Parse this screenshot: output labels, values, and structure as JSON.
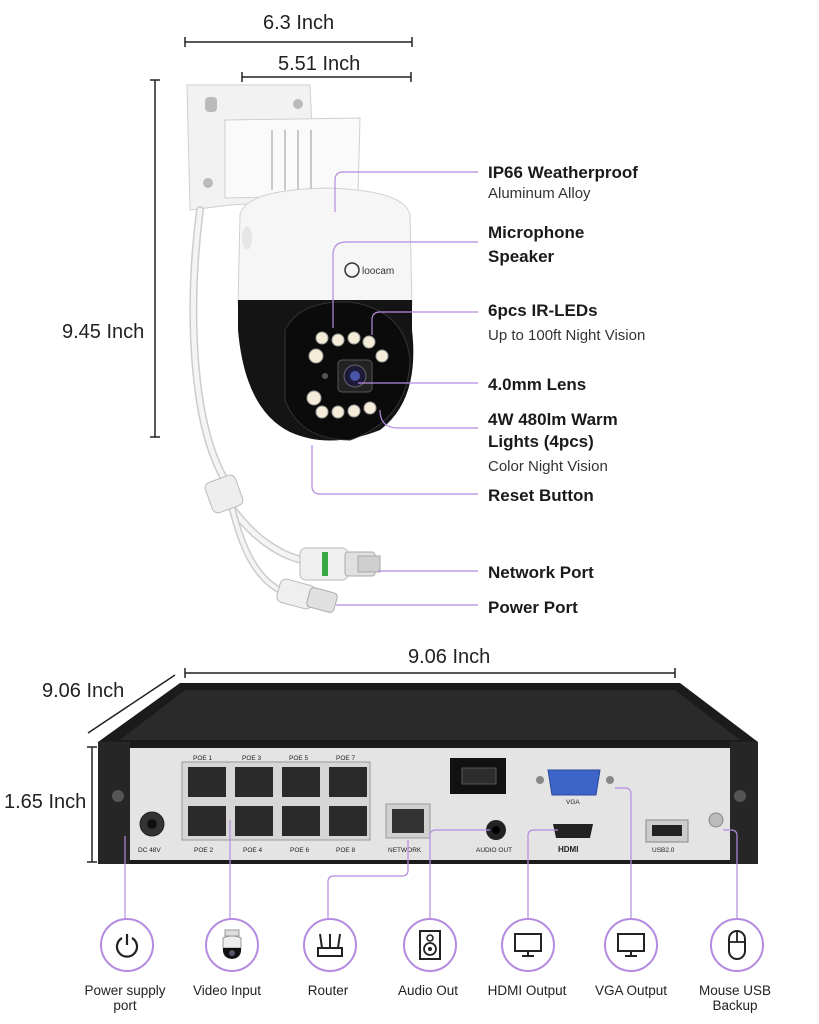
{
  "camera": {
    "brand": "loocam",
    "dimensions": {
      "width_outer": "6.3 Inch",
      "width_inner": "5.51 Inch",
      "height": "9.45 Inch"
    },
    "features": [
      {
        "title": "IP66 Weatherproof",
        "subtitle": "Aluminum Alloy"
      },
      {
        "title": "Microphone",
        "subtitle": ""
      },
      {
        "title": "Speaker",
        "subtitle": ""
      },
      {
        "title": "6pcs IR-LEDs",
        "subtitle": "Up to 100ft Night Vision"
      },
      {
        "title": "4.0mm Lens",
        "subtitle": ""
      },
      {
        "title": "4W 480lm Warm",
        "subtitle": ""
      },
      {
        "title": "Lights (4pcs)",
        "subtitle": "Color Night Vision"
      },
      {
        "title": "Reset Button",
        "subtitle": ""
      },
      {
        "title": "Network Port",
        "subtitle": ""
      },
      {
        "title": "Power Port",
        "subtitle": ""
      }
    ]
  },
  "nvr": {
    "dimensions": {
      "width": "9.06 Inch",
      "depth": "9.06 Inch",
      "height": "1.65 Inch"
    },
    "panel_labels": {
      "poe_top": [
        "POE 1",
        "POE 3",
        "POE 5",
        "POE 7"
      ],
      "poe_bottom": [
        "POE 2",
        "POE 4",
        "POE 6",
        "POE 8"
      ],
      "dc": "DC 48V",
      "network": "NETWORK",
      "audio_out": "AUDIO OUT",
      "hdmi": "HDMI",
      "vga": "VGA",
      "usb": "USB2.0"
    },
    "ports": [
      {
        "label": "Power supply port",
        "icon": "power-icon"
      },
      {
        "label": "Video Input",
        "icon": "camera-icon"
      },
      {
        "label": "Router",
        "icon": "router-icon"
      },
      {
        "label": "Audio Out",
        "icon": "speaker-icon"
      },
      {
        "label": "HDMI Output",
        "icon": "monitor-icon"
      },
      {
        "label": "VGA Output",
        "icon": "monitor-icon"
      },
      {
        "label": "Mouse USB Backup",
        "icon": "mouse-icon"
      }
    ]
  },
  "colors": {
    "accent_line": "#b58be0",
    "nvr_body": "#1b1b1b",
    "nvr_panel": "#e4e4e4",
    "camera_black": "#111111",
    "led_warm": "#f4ecd8"
  }
}
